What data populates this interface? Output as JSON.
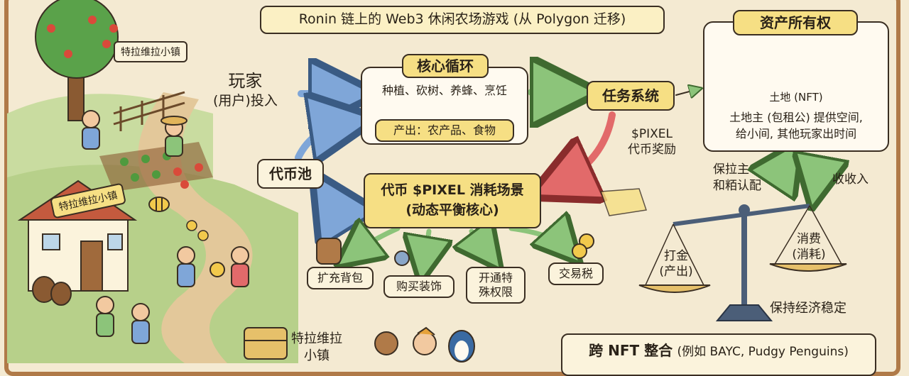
{
  "header": {
    "title": "Ronin 链上的 Web3 休闲农场游戏 (从 Polygon 迁移)"
  },
  "left_scene": {
    "town_sign_top": "特拉维拉小镇",
    "town_sign_house": "特拉维拉小镇",
    "town_sign_bottom_line1": "特拉维拉",
    "town_sign_bottom_line2": "小镇"
  },
  "player": {
    "line1": "玩家",
    "line2": "(用户)投入"
  },
  "core_loop": {
    "title": "核心循环",
    "actions": "种植、砍树、养蜂、烹饪",
    "output": "产出：农产品、食物"
  },
  "task_system": {
    "label": "任务系统",
    "reward_line1": "$PIXEL",
    "reward_line2": "代币奖励"
  },
  "token_pool": {
    "label": "代币池"
  },
  "token_sink": {
    "line1": "代币 $PIXEL 消耗场景",
    "line2": "(动态平衡核心)",
    "uses": [
      {
        "line1": "扩充背包",
        "line2": ""
      },
      {
        "line1": "购买装饰",
        "line2": ""
      },
      {
        "line1": "开通特",
        "line2": "殊权限"
      },
      {
        "line1": "交易税",
        "line2": ""
      }
    ]
  },
  "ownership": {
    "title": "资产所有权",
    "land_label": "土地 (NFT)",
    "desc_line1": "土地主 (包租公) 提供空间,",
    "desc_line2": "给小间, 其他玩家出时间",
    "left_cycle_line1": "保拉主",
    "left_cycle_line2": "和粨认配",
    "right_cycle": "收收入"
  },
  "balance": {
    "left_line1": "打金",
    "left_line2": "(产出)",
    "right_line1": "消费",
    "right_line2": "(消耗)",
    "caption": "保持经济稳定"
  },
  "nft": {
    "title_bold": "跨 NFT 整合",
    "title_rest": "(例如 BAYC, Pudgy Penguins)"
  },
  "colors": {
    "background": "#f4ead2",
    "frame": "#b07a48",
    "blue_arrow": "#7fa6d8",
    "green_arrow": "#8cc47a",
    "red_arrow": "#e26a6a",
    "highlight_box": "#f6df84"
  }
}
